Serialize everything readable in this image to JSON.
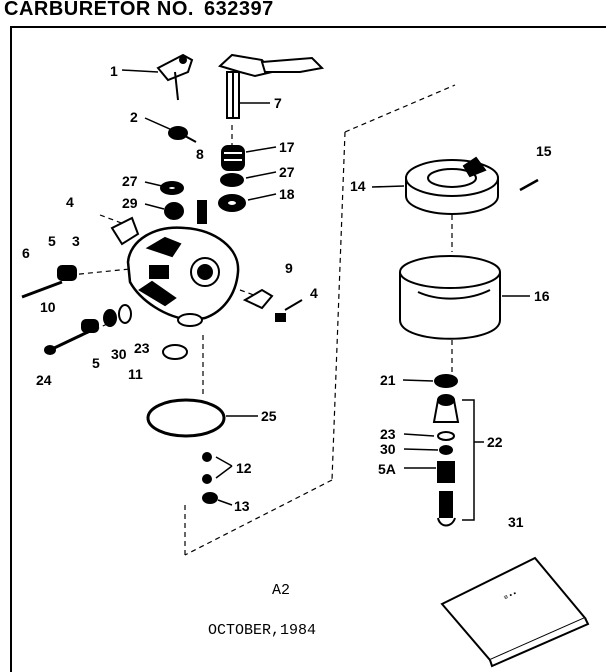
{
  "title": {
    "label": "CARBURETOR NO.",
    "number": "632397"
  },
  "callouts": [
    {
      "id": "1",
      "text": "1"
    },
    {
      "id": "2",
      "text": "2"
    },
    {
      "id": "3",
      "text": "3"
    },
    {
      "id": "4a",
      "text": "4"
    },
    {
      "id": "4b",
      "text": "4"
    },
    {
      "id": "5a",
      "text": "5"
    },
    {
      "id": "5b",
      "text": "5"
    },
    {
      "id": "5A",
      "text": "5A"
    },
    {
      "id": "6",
      "text": "6"
    },
    {
      "id": "7",
      "text": "7"
    },
    {
      "id": "8",
      "text": "8"
    },
    {
      "id": "9",
      "text": "9"
    },
    {
      "id": "10",
      "text": "10"
    },
    {
      "id": "11",
      "text": "11"
    },
    {
      "id": "12",
      "text": "12"
    },
    {
      "id": "13",
      "text": "13"
    },
    {
      "id": "14",
      "text": "14"
    },
    {
      "id": "15",
      "text": "15"
    },
    {
      "id": "16",
      "text": "16"
    },
    {
      "id": "17",
      "text": "17"
    },
    {
      "id": "18",
      "text": "18"
    },
    {
      "id": "21",
      "text": "21"
    },
    {
      "id": "22",
      "text": "22"
    },
    {
      "id": "23a",
      "text": "23"
    },
    {
      "id": "23b",
      "text": "23"
    },
    {
      "id": "24",
      "text": "24"
    },
    {
      "id": "25",
      "text": "25"
    },
    {
      "id": "27a",
      "text": "27"
    },
    {
      "id": "27b",
      "text": "27"
    },
    {
      "id": "29",
      "text": "29"
    },
    {
      "id": "30a",
      "text": "30"
    },
    {
      "id": "30b",
      "text": "30"
    },
    {
      "id": "31",
      "text": "31"
    }
  ],
  "caption": {
    "code": "A2",
    "date": "OCTOBER,1984"
  },
  "colors": {
    "ink": "#000000",
    "paper": "#ffffff"
  }
}
